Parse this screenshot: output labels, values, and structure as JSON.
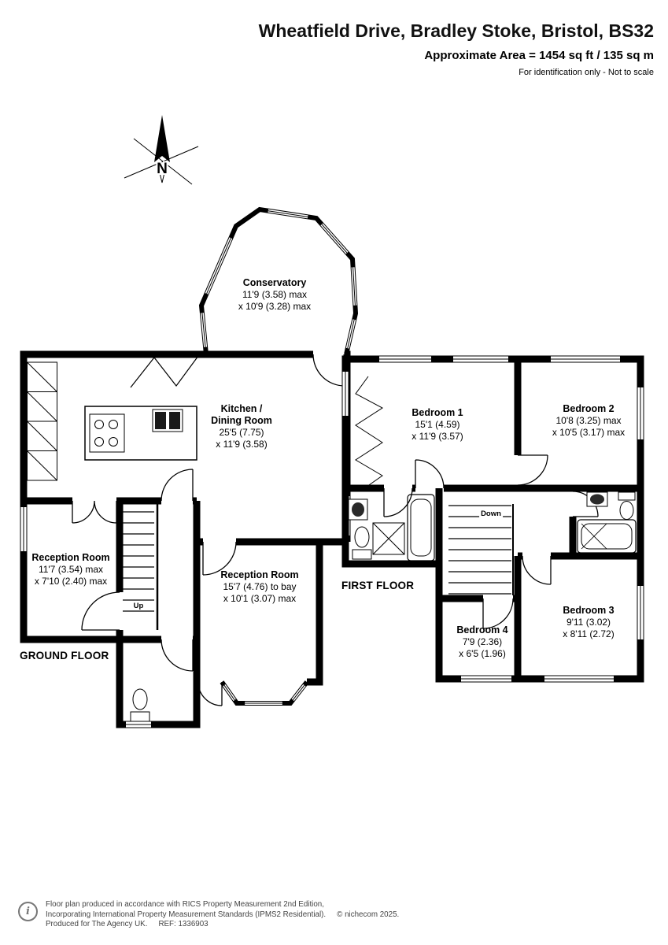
{
  "header": {
    "title": "Wheatfield Drive, Bradley Stoke, Bristol, BS32",
    "area": "Approximate Area = 1454 sq ft / 135 sq m",
    "note": "For identification only - Not to scale"
  },
  "compass": {
    "label": "N"
  },
  "floors": {
    "ground": {
      "label": "GROUND FLOOR"
    },
    "first": {
      "label": "FIRST FLOOR"
    }
  },
  "stairs": {
    "up": "Up",
    "down": "Down"
  },
  "rooms": {
    "conservatory": {
      "name": "Conservatory",
      "dim1": "11'9 (3.58) max",
      "dim2": "x 10'9 (3.28) max"
    },
    "kitchen": {
      "name": "Kitchen / Dining Room",
      "dim1": "25'5 (7.75)",
      "dim2": "x 11'9 (3.58)"
    },
    "reception1": {
      "name": "Reception Room",
      "dim1": "11'7 (3.54) max",
      "dim2": "x 7'10 (2.40) max"
    },
    "reception2": {
      "name": "Reception Room",
      "dim1": "15'7 (4.76) to bay",
      "dim2": "x 10'1 (3.07) max"
    },
    "bedroom1": {
      "name": "Bedroom 1",
      "dim1": "15'1 (4.59)",
      "dim2": "x 11'9 (3.57)"
    },
    "bedroom2": {
      "name": "Bedroom 2",
      "dim1": "10'8 (3.25) max",
      "dim2": "x 10'5 (3.17) max"
    },
    "bedroom3": {
      "name": "Bedroom 3",
      "dim1": "9'11 (3.02)",
      "dim2": "x 8'11 (2.72)"
    },
    "bedroom4": {
      "name": "Bedroom 4",
      "dim1": "7'9 (2.36)",
      "dim2": "x 6'5 (1.96)"
    }
  },
  "footer": {
    "line1": "Floor plan produced in accordance with RICS Property Measurement 2nd Edition,",
    "line2": "Incorporating International Property Measurement Standards (IPMS2 Residential).",
    "copyright": "© nichecom 2025.",
    "line3": "Produced for The Agency UK.",
    "ref": "REF: 1336903"
  },
  "icons": {
    "info": "i"
  },
  "colors": {
    "wall": "#000000",
    "background": "#ffffff"
  }
}
